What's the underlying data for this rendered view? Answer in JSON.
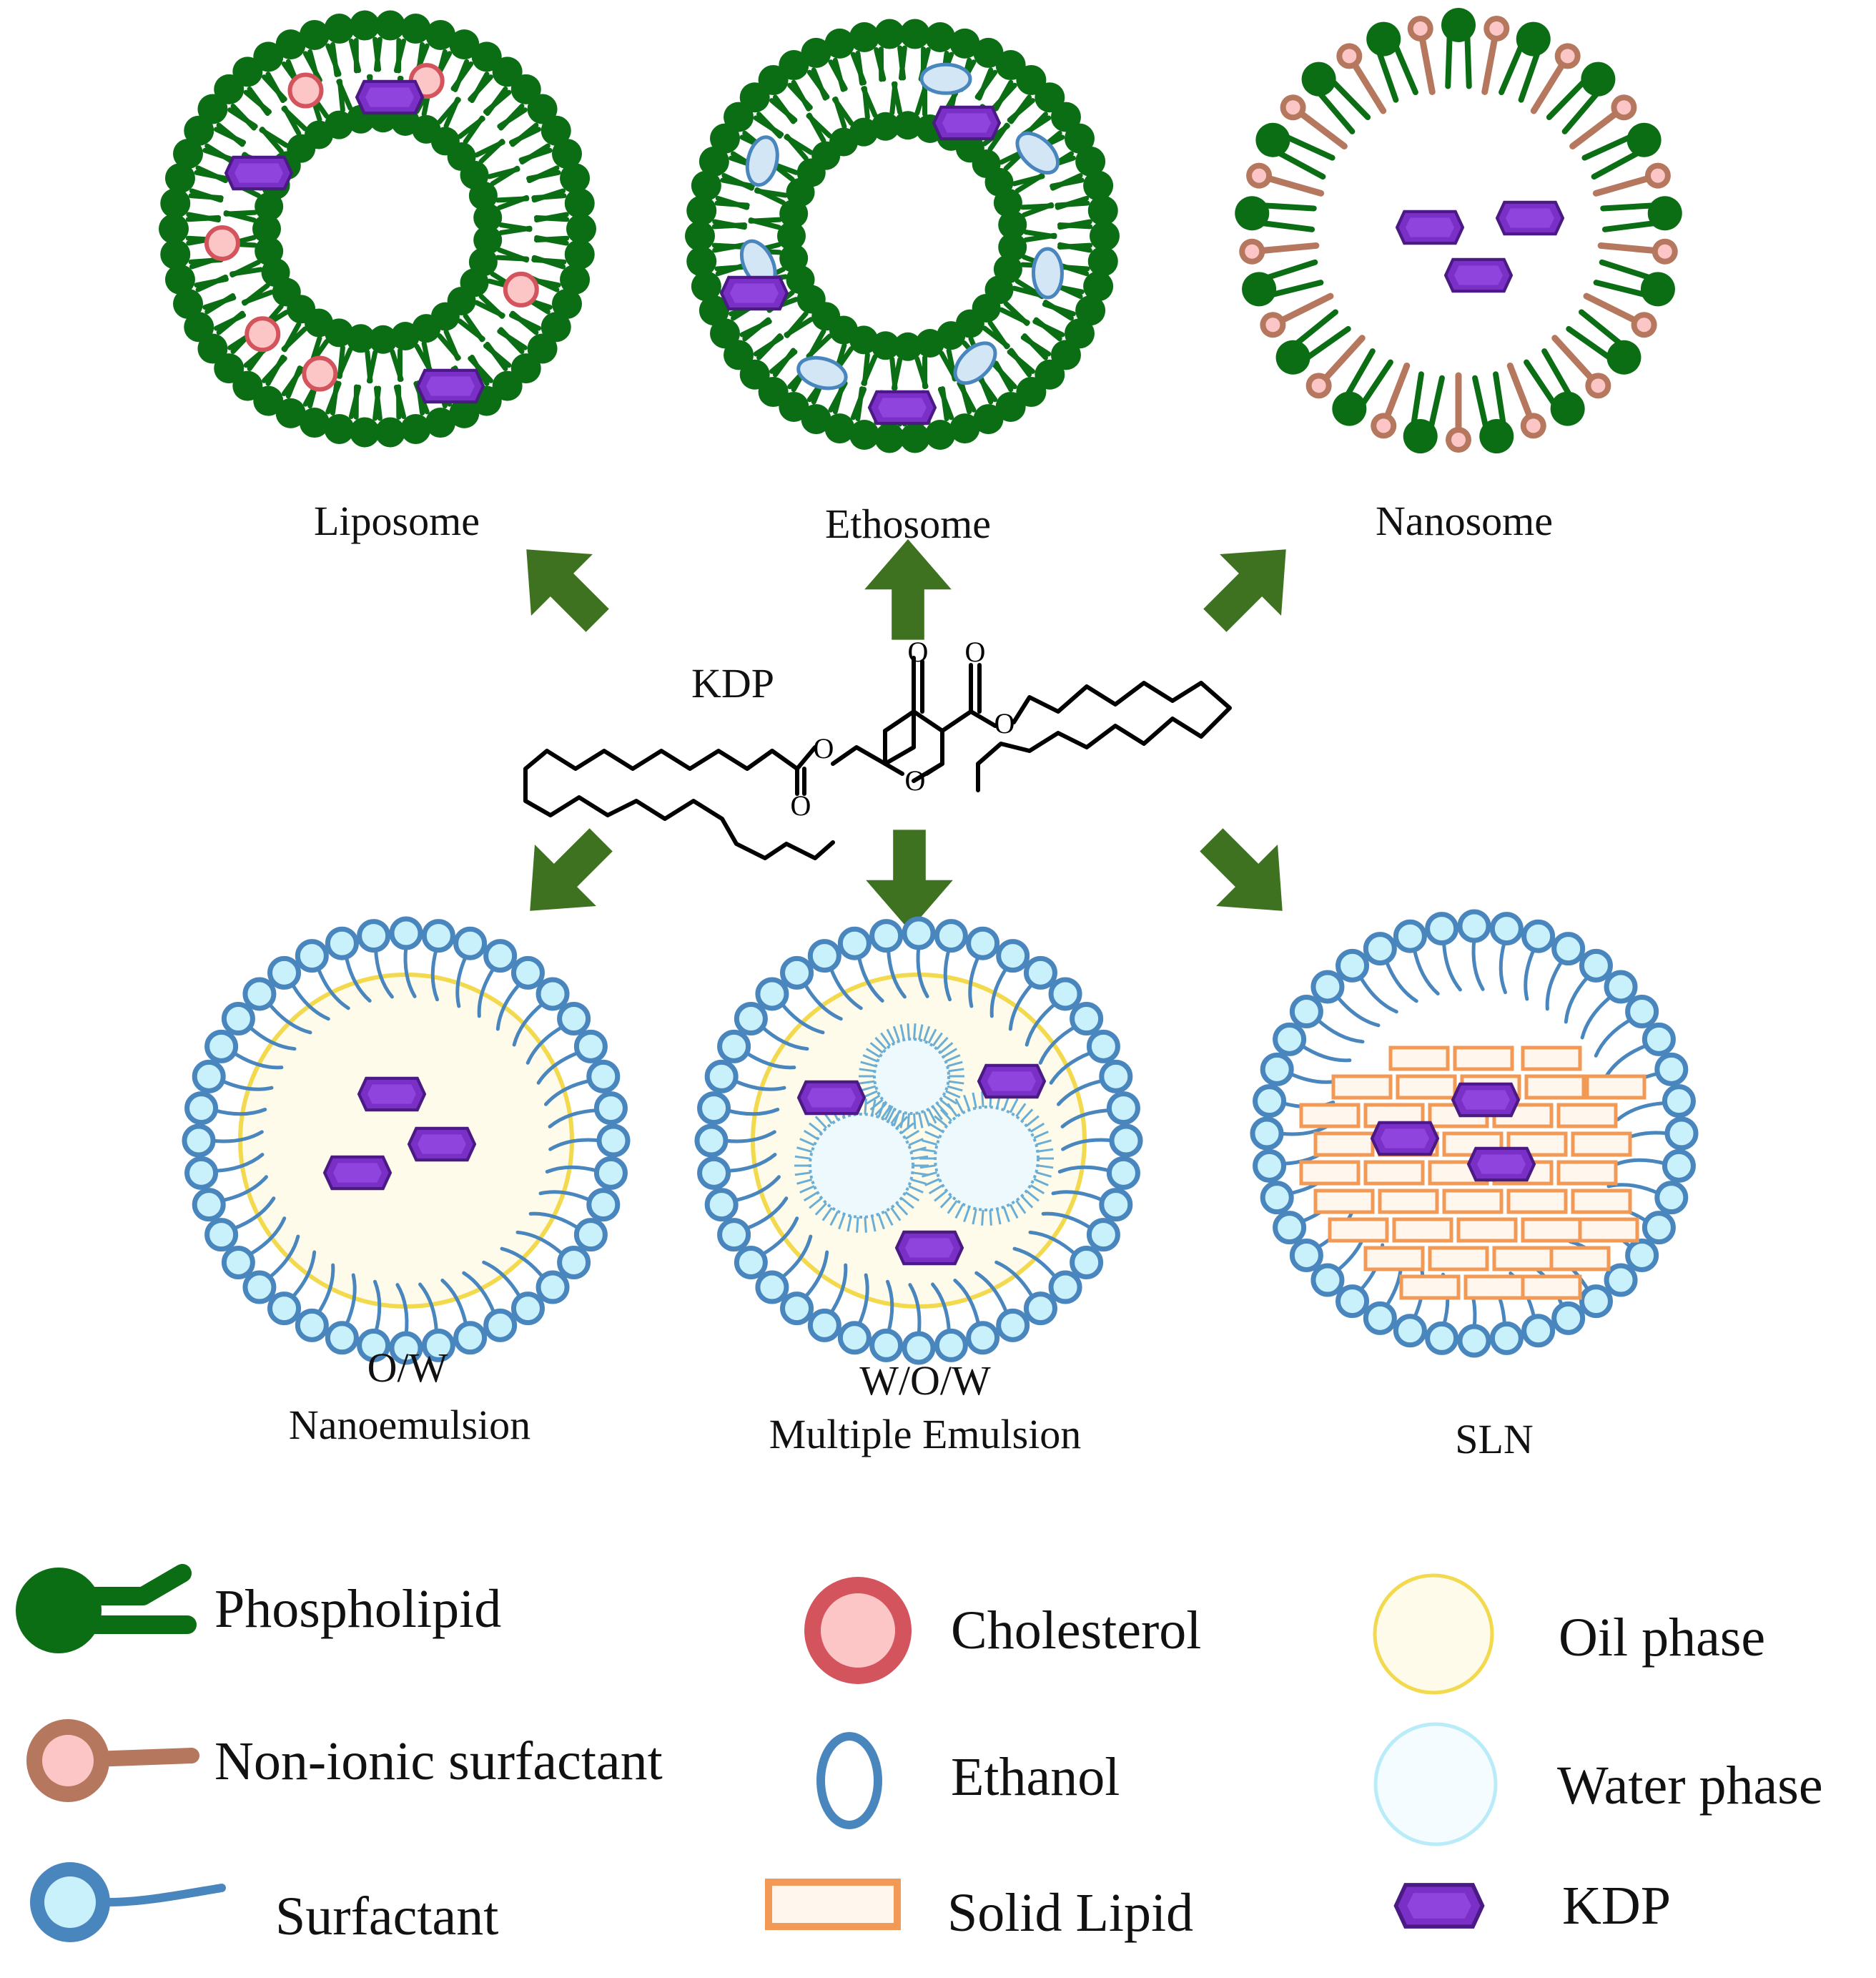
{
  "formulations": {
    "liposome": "Liposome",
    "ethosome": "Ethosome",
    "nanosome": "Nanosome",
    "ow_line1": "O/W",
    "ow_line2": "Nanoemulsion",
    "wow_line1": "W/O/W",
    "wow_line2": "Multiple Emulsion",
    "sln": "SLN"
  },
  "center": {
    "molecule_label": "KDP"
  },
  "legend": {
    "phospholipid": "Phospholipid",
    "nonionic": "Non-ionic surfactant",
    "surfactant": "Surfactant",
    "cholesterol": "Cholesterol",
    "ethanol": "Ethanol",
    "solid_lipid": "Solid Lipid",
    "oil_phase": "Oil phase",
    "water_phase": "Water phase",
    "kdp": "KDP"
  },
  "colors": {
    "phospholipid": "#0b6e14",
    "arrow": "#3f7220",
    "nonionic": "#b5775e",
    "cholesterol": "#d4545e",
    "ethanol": "#4a86be",
    "surfactant": "#4a86be",
    "kdp": "#7a2fc7",
    "solid_lipid": "#f29a55",
    "oil": "#f2d94e",
    "water": "#b9ecf8"
  }
}
